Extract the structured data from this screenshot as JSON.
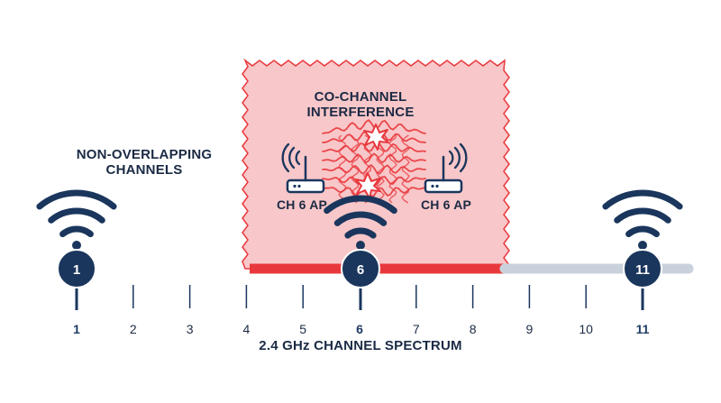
{
  "labels": {
    "non_overlapping": "NON-OVERLAPPING CHANNELS",
    "co_channel": "CO-CHANNEL INTERFERENCE",
    "ap_left": "CH 6 AP",
    "ap_right": "CH 6 AP",
    "spectrum_title": "2.4 GHz CHANNEL SPECTRUM"
  },
  "nodes": [
    {
      "channel": "1"
    },
    {
      "channel": "6"
    },
    {
      "channel": "11"
    }
  ],
  "ticks": [
    "1",
    "2",
    "3",
    "4",
    "5",
    "6",
    "7",
    "8",
    "9",
    "10",
    "11"
  ],
  "highlight_ticks": [
    "1",
    "6",
    "11"
  ],
  "colors": {
    "navy": "#1a365d",
    "interference_red": "#e8383d",
    "interference_fill": "#f8c7c9",
    "track_light": "#c9d2dc",
    "text": "#1b2a44"
  },
  "icons": [
    "wifi-icon",
    "router-icon",
    "collision-burst-icon"
  ]
}
